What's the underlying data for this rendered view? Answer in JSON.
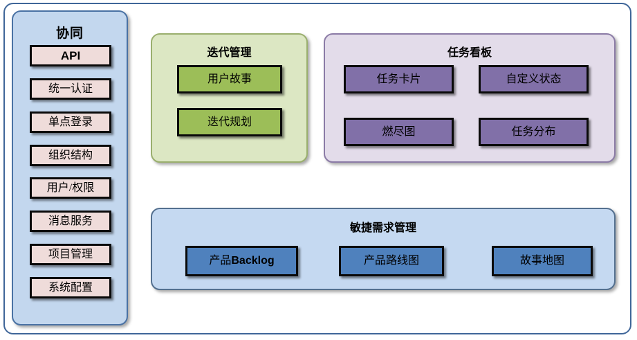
{
  "diagram": {
    "title_visible": false,
    "colors": {
      "frame_border": "#3F6699",
      "sidebar_bg": "#C3D7EE",
      "sidebar_border": "#4A72A4",
      "sidebar_item_bg": "#EFDCDA",
      "green_panel_bg": "#DCE7C3",
      "green_panel_border": "#9AAF6E",
      "green_item_bg": "#9CBE58",
      "purple_panel_bg": "#E3DCEA",
      "purple_panel_border": "#8B7BA6",
      "purple_item_bg": "#8170A8",
      "blue_panel_bg": "#C5D9F1",
      "blue_panel_border": "#54708F",
      "blue_item_bg": "#4F81BD",
      "item_border": "#0A0A0A"
    }
  },
  "sidebar": {
    "title": "协同",
    "items": [
      {
        "label": "API",
        "emphasis": "bold-sans"
      },
      {
        "label": "统一认证",
        "emphasis": "serif"
      },
      {
        "label": "单点登录",
        "emphasis": "serif"
      },
      {
        "label": "组织结构",
        "emphasis": "serif"
      },
      {
        "label": "用户/权限",
        "emphasis": "serif"
      },
      {
        "label": "消息服务",
        "emphasis": "serif"
      },
      {
        "label": "项目管理",
        "emphasis": "serif"
      },
      {
        "label": "系统配置",
        "emphasis": "serif"
      }
    ]
  },
  "iteration_panel": {
    "title": "迭代管理",
    "items": [
      {
        "label": "用户故事"
      },
      {
        "label": "迭代规划"
      }
    ]
  },
  "taskboard_panel": {
    "title": "任务看板",
    "items": [
      {
        "label": "任务卡片"
      },
      {
        "label": "自定义状态"
      },
      {
        "label": "燃尽图"
      },
      {
        "label": "任务分布"
      }
    ]
  },
  "agile_panel": {
    "title": "敏捷需求管理",
    "items": [
      {
        "label_prefix": "产品",
        "label_suffix": "Backlog",
        "label": "产品Backlog"
      },
      {
        "label": "产品路线图"
      },
      {
        "label": "故事地图"
      }
    ]
  }
}
